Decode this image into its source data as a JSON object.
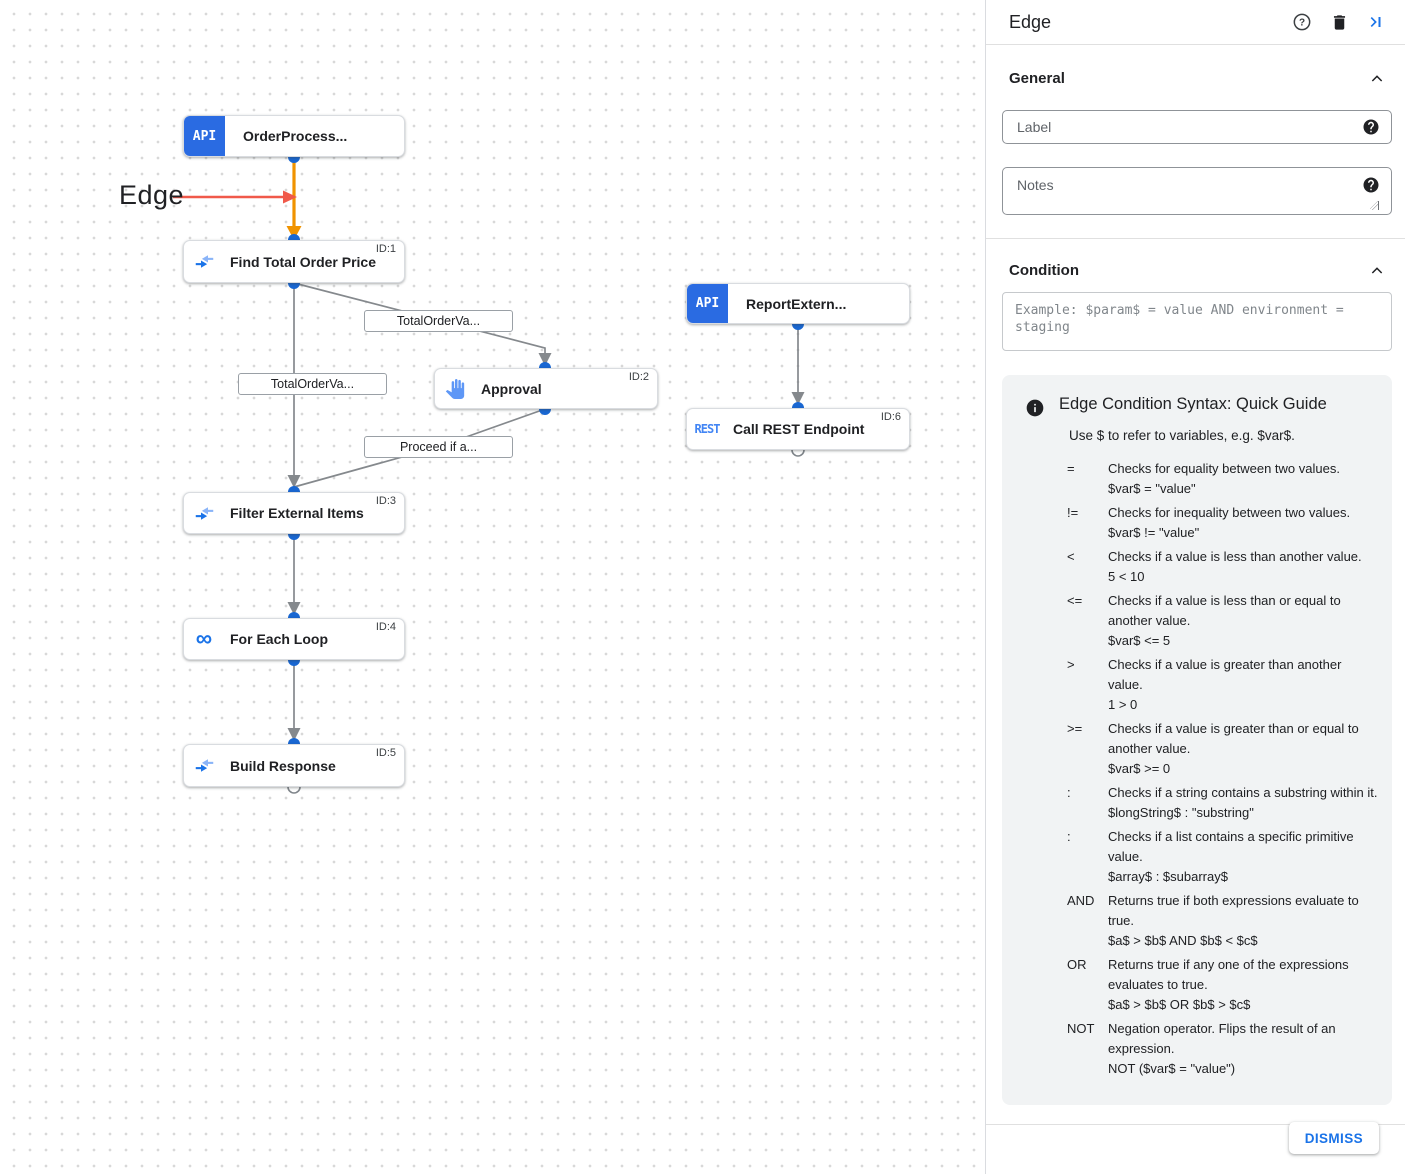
{
  "canvas": {
    "annotation": {
      "label": "Edge"
    },
    "nodes": {
      "order_process": {
        "label": "OrderProcess...",
        "badge": "API"
      },
      "find_total": {
        "label": "Find Total Order Price",
        "id": "ID:1"
      },
      "approval": {
        "label": "Approval",
        "id": "ID:2"
      },
      "report_extern": {
        "label": "ReportExtern...",
        "badge": "API"
      },
      "call_rest": {
        "label": "Call REST Endpoint",
        "id": "ID:6",
        "badge": "REST"
      },
      "filter_items": {
        "label": "Filter External Items",
        "id": "ID:3"
      },
      "for_each": {
        "label": "For Each Loop",
        "id": "ID:4"
      },
      "build_response": {
        "label": "Build Response",
        "id": "ID:5"
      }
    },
    "edge_labels": {
      "to_approval": "TotalOrderVa...",
      "to_filter": "TotalOrderVa...",
      "from_approval": "Proceed if a..."
    }
  },
  "panel": {
    "title": "Edge",
    "sections": {
      "general": "General",
      "condition": "Condition"
    },
    "fields": {
      "label_placeholder": "Label",
      "notes_placeholder": "Notes",
      "condition_placeholder": "Example: $param$ = value AND environment = staging"
    },
    "guide": {
      "title": "Edge Condition Syntax: Quick Guide",
      "intro": "Use $ to refer to variables, e.g. $var$.",
      "rows": [
        {
          "op": "=",
          "desc": "Checks for equality between two values.",
          "example": "$var$ = \"value\""
        },
        {
          "op": "!=",
          "desc": "Checks for inequality between two values.",
          "example": "$var$ != \"value\""
        },
        {
          "op": "<",
          "desc": "Checks if a value is less than another value.",
          "example": "5 < 10"
        },
        {
          "op": "<=",
          "desc": "Checks if a value is less than or equal to another value.",
          "example": "$var$ <= 5"
        },
        {
          "op": ">",
          "desc": "Checks if a value is greater than another value.",
          "example": "1 > 0"
        },
        {
          "op": ">=",
          "desc": "Checks if a value is greater than or equal to another value.",
          "example": "$var$ >= 0"
        },
        {
          "op": ":",
          "desc": "Checks if a string contains a substring within it.",
          "example": "$longString$ : \"substring\""
        },
        {
          "op": ":",
          "desc": "Checks if a list contains a specific primitive value.",
          "example": "$array$ : $subarray$"
        },
        {
          "op": "AND",
          "desc": "Returns true if both expressions evaluate to true.",
          "example": "$a$ > $b$ AND $b$ < $c$"
        },
        {
          "op": "OR",
          "desc": "Returns true if any one of the expressions evaluates to true.",
          "example": "$a$ > $b$ OR $b$ > $c$"
        },
        {
          "op": "NOT",
          "desc": "Negation operator. Flips the result of an expression.",
          "example": "NOT ($var$ = \"value\")"
        }
      ]
    },
    "dismiss_label": "DISMISS"
  },
  "colors": {
    "accent_blue": "#1a73e8",
    "node_badge_blue": "#2a6be2",
    "port_blue": "#1967d2",
    "edge_gray": "#85898d",
    "highlight_orange": "#f09300",
    "annotation_red": "#f0594a"
  }
}
